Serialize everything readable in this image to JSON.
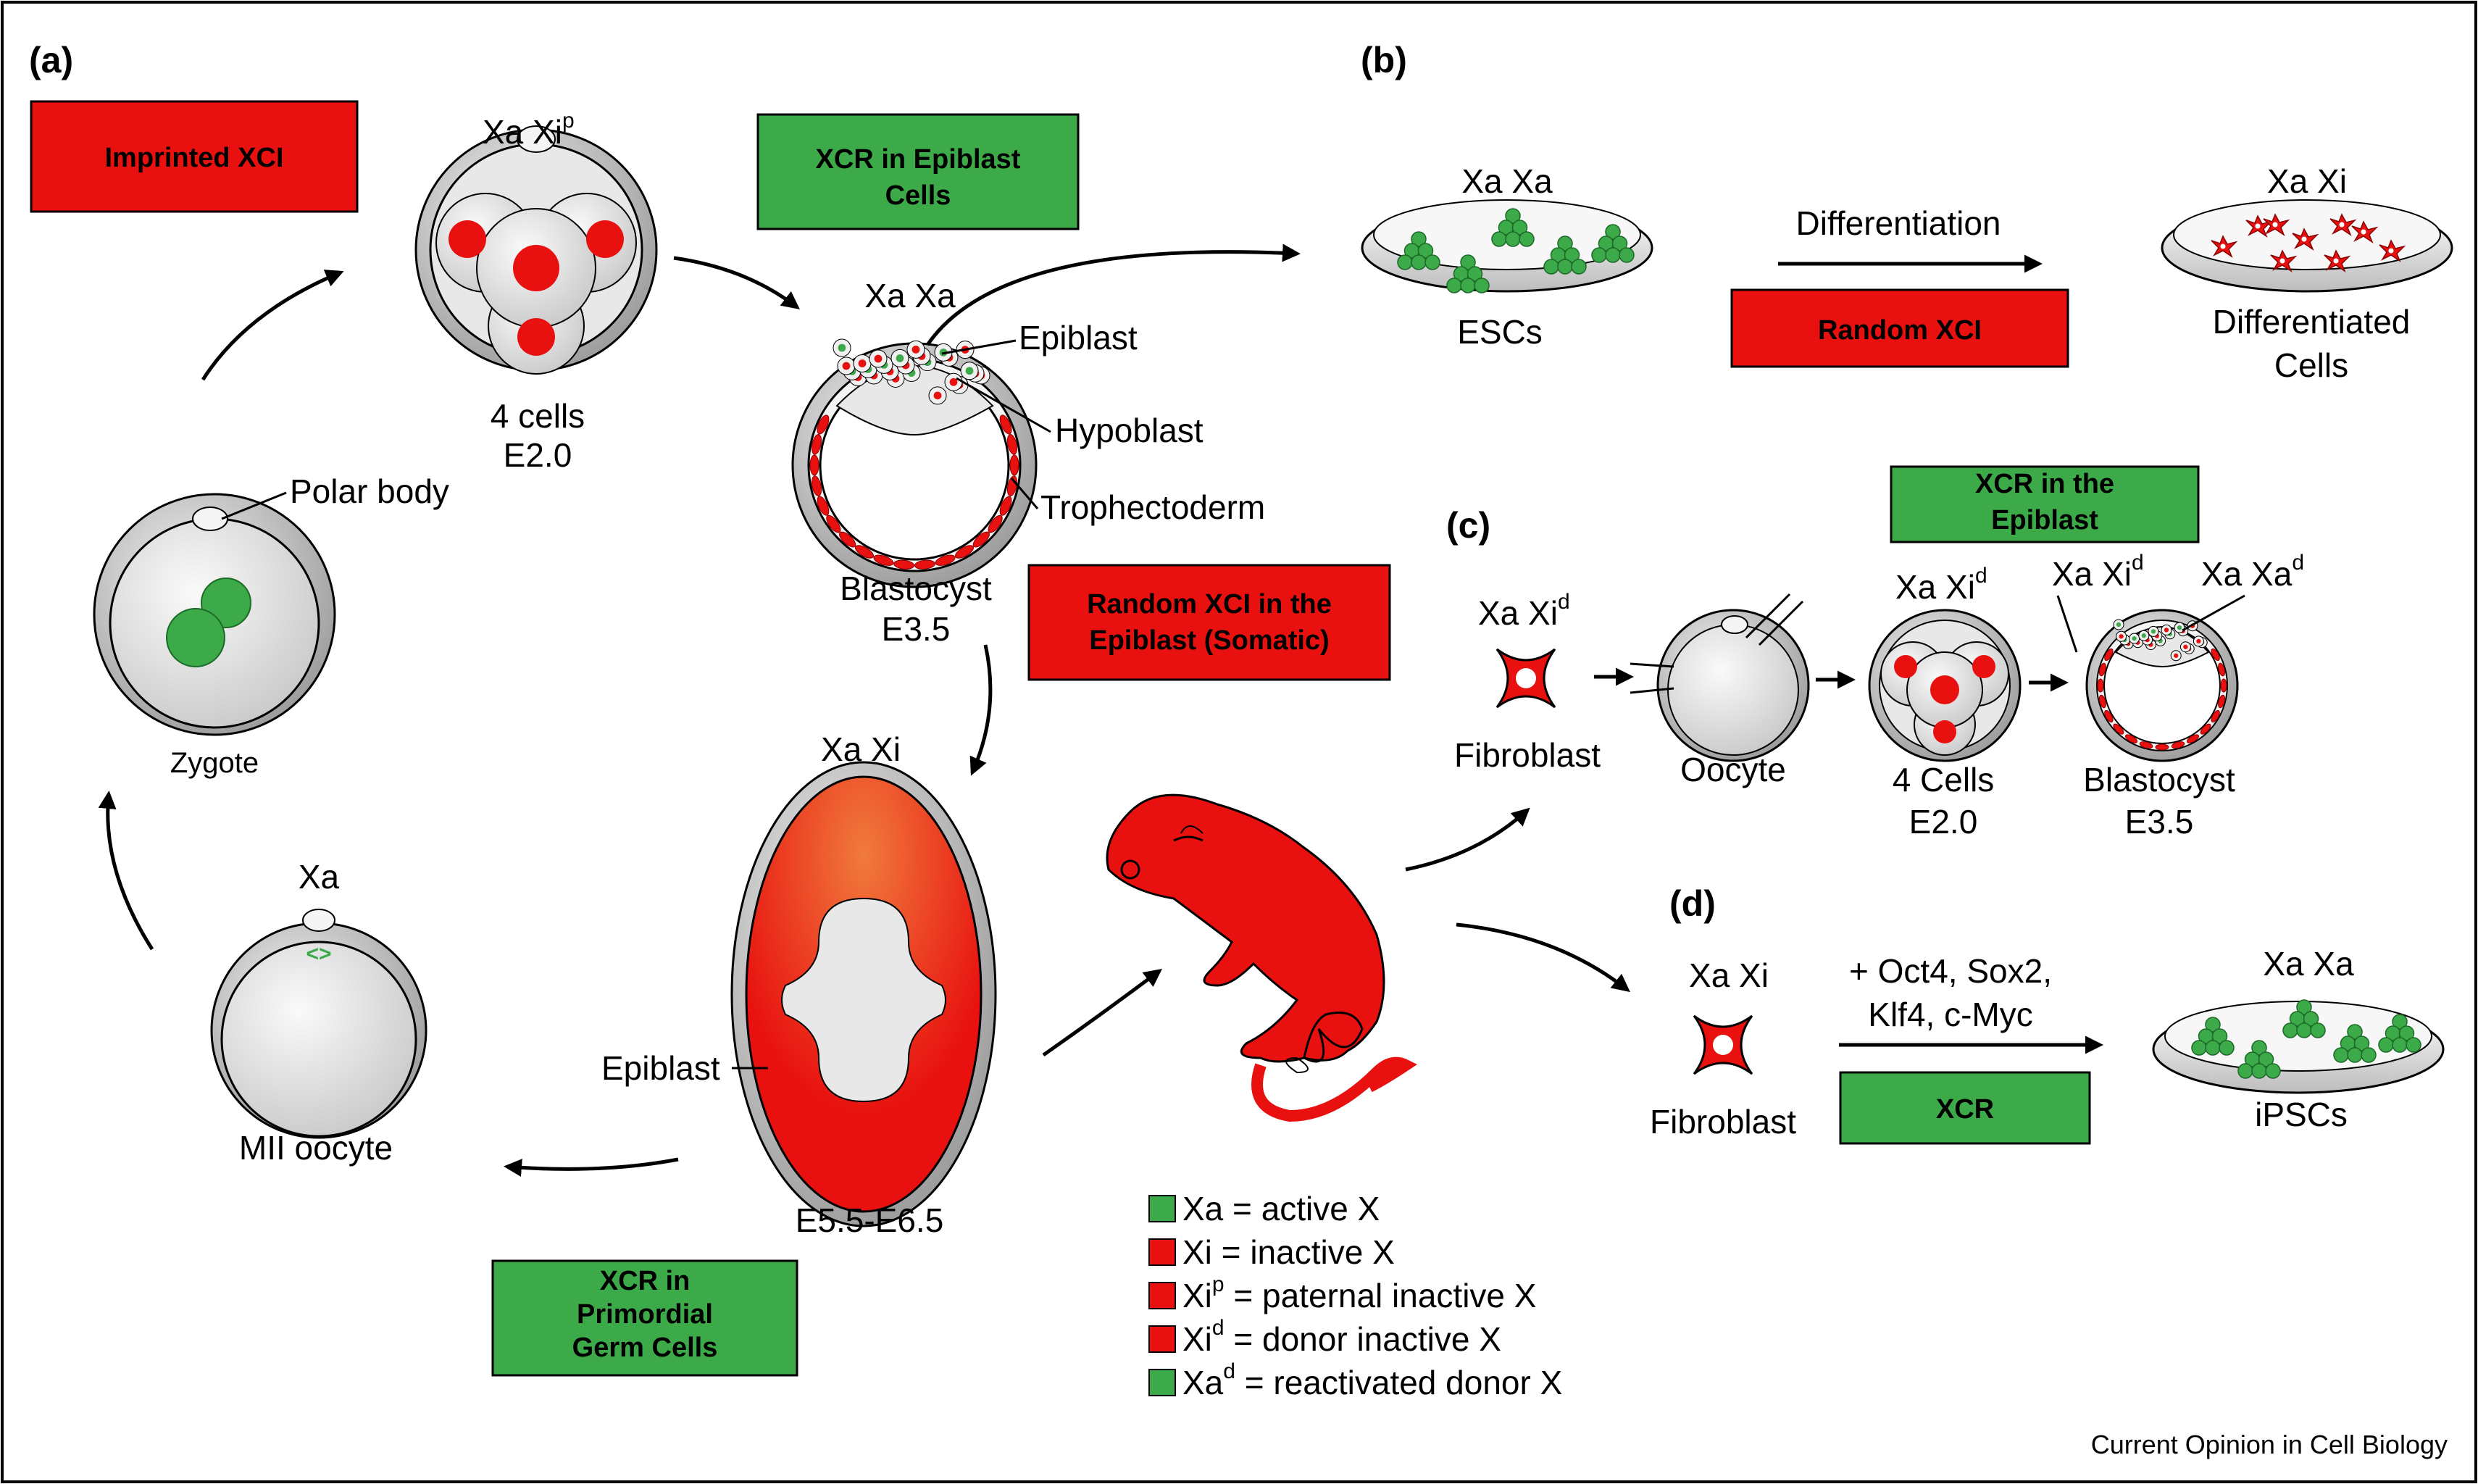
{
  "panels": {
    "a": "(a)",
    "b": "(b)",
    "c": "(c)",
    "d": "(d)"
  },
  "boxes": {
    "imprinted_xci": "Imprinted XCI",
    "xcr_epiblast_cells": [
      "XCR in Epiblast",
      "Cells"
    ],
    "random_xci": "Random XCI",
    "random_xci_epiblast": [
      "Random XCI in the",
      "Epiblast (Somatic)"
    ],
    "xcr_in_the_epiblast": [
      "XCR in the",
      "Epiblast"
    ],
    "xcr_pgc": [
      "XCR",
      "in",
      "Primordial",
      "Germ Cells"
    ],
    "xcr": "XCR"
  },
  "labels": {
    "xa_xip_main": "Xa Xi",
    "xa_xip_sup": "p",
    "four_cells": "4 cells",
    "e2_0": "E2.0",
    "polar_body": "Polar body",
    "zygote": "Zygote",
    "xa_xa_blast": "Xa Xa",
    "epiblast": "Epiblast",
    "hypoblast": "Hypoblast",
    "trophectoderm": "Trophectoderm",
    "blastocyst": "Blastocyst",
    "e3_5": "E3.5",
    "xa_xi_embryo": "Xa Xi",
    "epiblast_embryo": "Epiblast",
    "e5_5_e6_5": "E5.5-E6.5",
    "xa_oocyte": "Xa",
    "mii_oocyte": "MII oocyte",
    "xa_xa_esc": "Xa Xa",
    "escs": "ESCs",
    "differentiation": "Differentiation",
    "xa_xi_diff": "Xa Xi",
    "differentiated": [
      "Differentiated",
      "Cells"
    ],
    "xa_xid_fibro_main": "Xa Xi",
    "xa_xid_fibro_sup": "d",
    "fibroblast_c": "Fibroblast",
    "oocyte_c": "Oocyte",
    "xa_xid_4c_main": "Xa Xi",
    "xa_xid_4c_sup": "d",
    "four_cells_c": "4 Cells",
    "e2_0_c": "E2.0",
    "xa_xid_bl_main": "Xa Xi",
    "xa_xid_bl_sup": "d",
    "xa_xad_main": "Xa Xa",
    "xa_xad_sup": "d",
    "blastocyst_c": "Blastocyst",
    "e3_5_c": "E3.5",
    "xa_xi_fibro_d": "Xa Xi",
    "fibroblast_d": "Fibroblast",
    "factors": [
      "+ Oct4, Sox2,",
      "Klf4, c-Myc"
    ],
    "xa_xa_ipsc": "Xa Xa",
    "ipscs": "iPSCs"
  },
  "legend": [
    {
      "main": "Xa",
      "sup": "",
      "text": " = active X",
      "color": "#3daa49"
    },
    {
      "main": "Xi",
      "sup": "",
      "text": " = inactive X",
      "color": "#e8110f"
    },
    {
      "main": "Xi",
      "sup": "p",
      "text": " = paternal inactive X",
      "color": "#e8110f"
    },
    {
      "main": "Xi",
      "sup": "d",
      "text": " = donor inactive X",
      "color": "#e8110f"
    },
    {
      "main": "Xa",
      "sup": "d",
      "text": " = reactivated donor X",
      "color": "#3daa49"
    }
  ],
  "footer": "Current Opinion in Cell Biology",
  "colors": {
    "red": "#e8110f",
    "green": "#3daa49",
    "grey": "#d9d9d9",
    "dark_red": "#8b0000"
  }
}
